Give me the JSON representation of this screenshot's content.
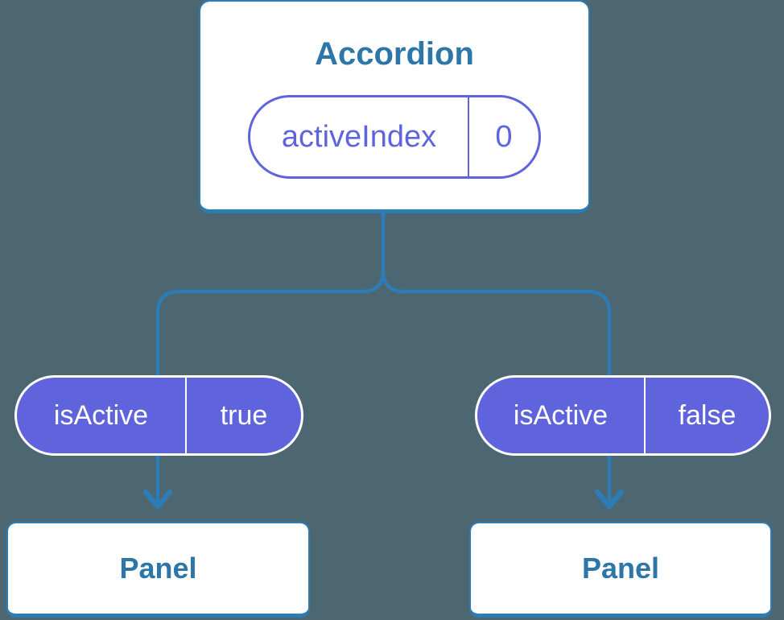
{
  "diagram": {
    "background_color": "#4C6771",
    "line_color": "#2E7CB5",
    "component_text_color": "#2D76A8",
    "state_color": "#5F64DC",
    "pill_text_color": "#FFFFFF",
    "root": {
      "title": "Accordion",
      "state_name": "activeIndex",
      "state_value": "0"
    },
    "children": [
      {
        "prop_name": "isActive",
        "prop_value": "true",
        "title": "Panel"
      },
      {
        "prop_name": "isActive",
        "prop_value": "false",
        "title": "Panel"
      }
    ]
  }
}
